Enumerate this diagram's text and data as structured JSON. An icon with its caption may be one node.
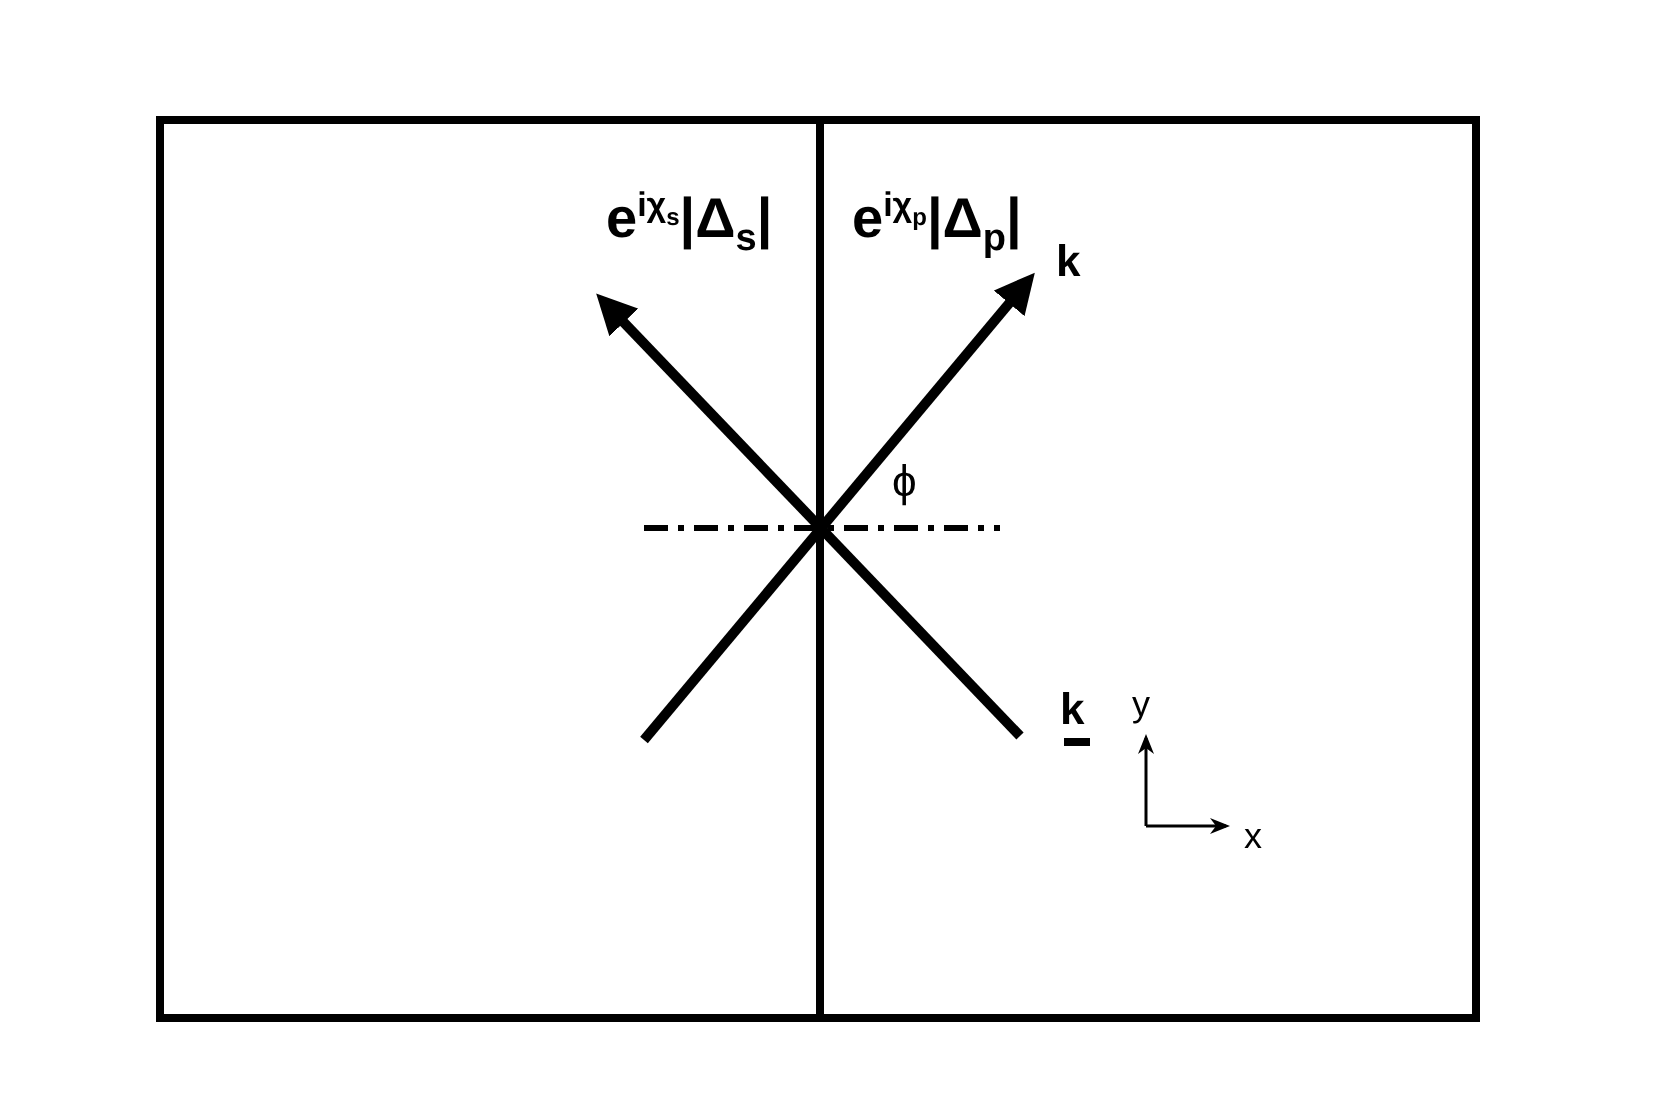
{
  "diagram": {
    "labels": [
      "e$^{iχ}$$_{s}$|Δ$_{s}$|",
      "e$^{iχ}$$_{p}$|Δ$_{p}$|",
      "k",
      "ϕ",
      "k",
      "y",
      "x"
    ]
  }
}
